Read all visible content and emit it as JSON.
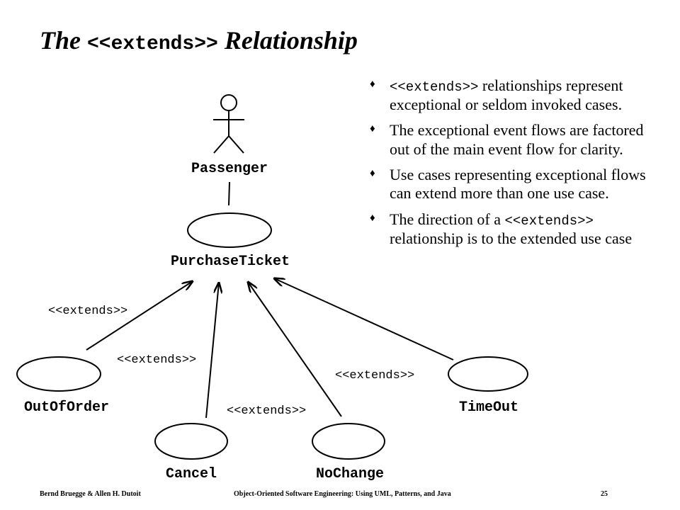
{
  "title": {
    "prefix": "The ",
    "mono": "<<extends>>",
    "suffix": " Relationship"
  },
  "bullets": [
    {
      "parts": [
        {
          "text": "<<extends>>",
          "mono": true
        },
        {
          "text": " relationships represent exceptional or seldom invoked cases."
        }
      ]
    },
    {
      "parts": [
        {
          "text": "The exceptional event flows are factored out of the main event flow for clarity."
        }
      ]
    },
    {
      "parts": [
        {
          "text": "Use cases representing exceptional flows can extend more than one use case."
        }
      ]
    },
    {
      "parts": [
        {
          "text": "The direction of a "
        },
        {
          "text": "<<extends>>",
          "mono": true
        },
        {
          "text": " relationship is to the extended use case"
        }
      ]
    }
  ],
  "bullet_symbol": "♦",
  "diagram": {
    "actor": "Passenger",
    "use_cases": {
      "purchase": "PurchaseTicket",
      "outoforder": "OutOfOrder",
      "cancel": "Cancel",
      "nochange": "NoChange",
      "timeout": "TimeOut"
    },
    "extends_label": "<<extends>>"
  },
  "footer": {
    "authors": "Bernd Bruegge & Allen H. Dutoit",
    "book": "Object-Oriented Software Engineering: Using UML, Patterns, and Java",
    "page": "25"
  }
}
